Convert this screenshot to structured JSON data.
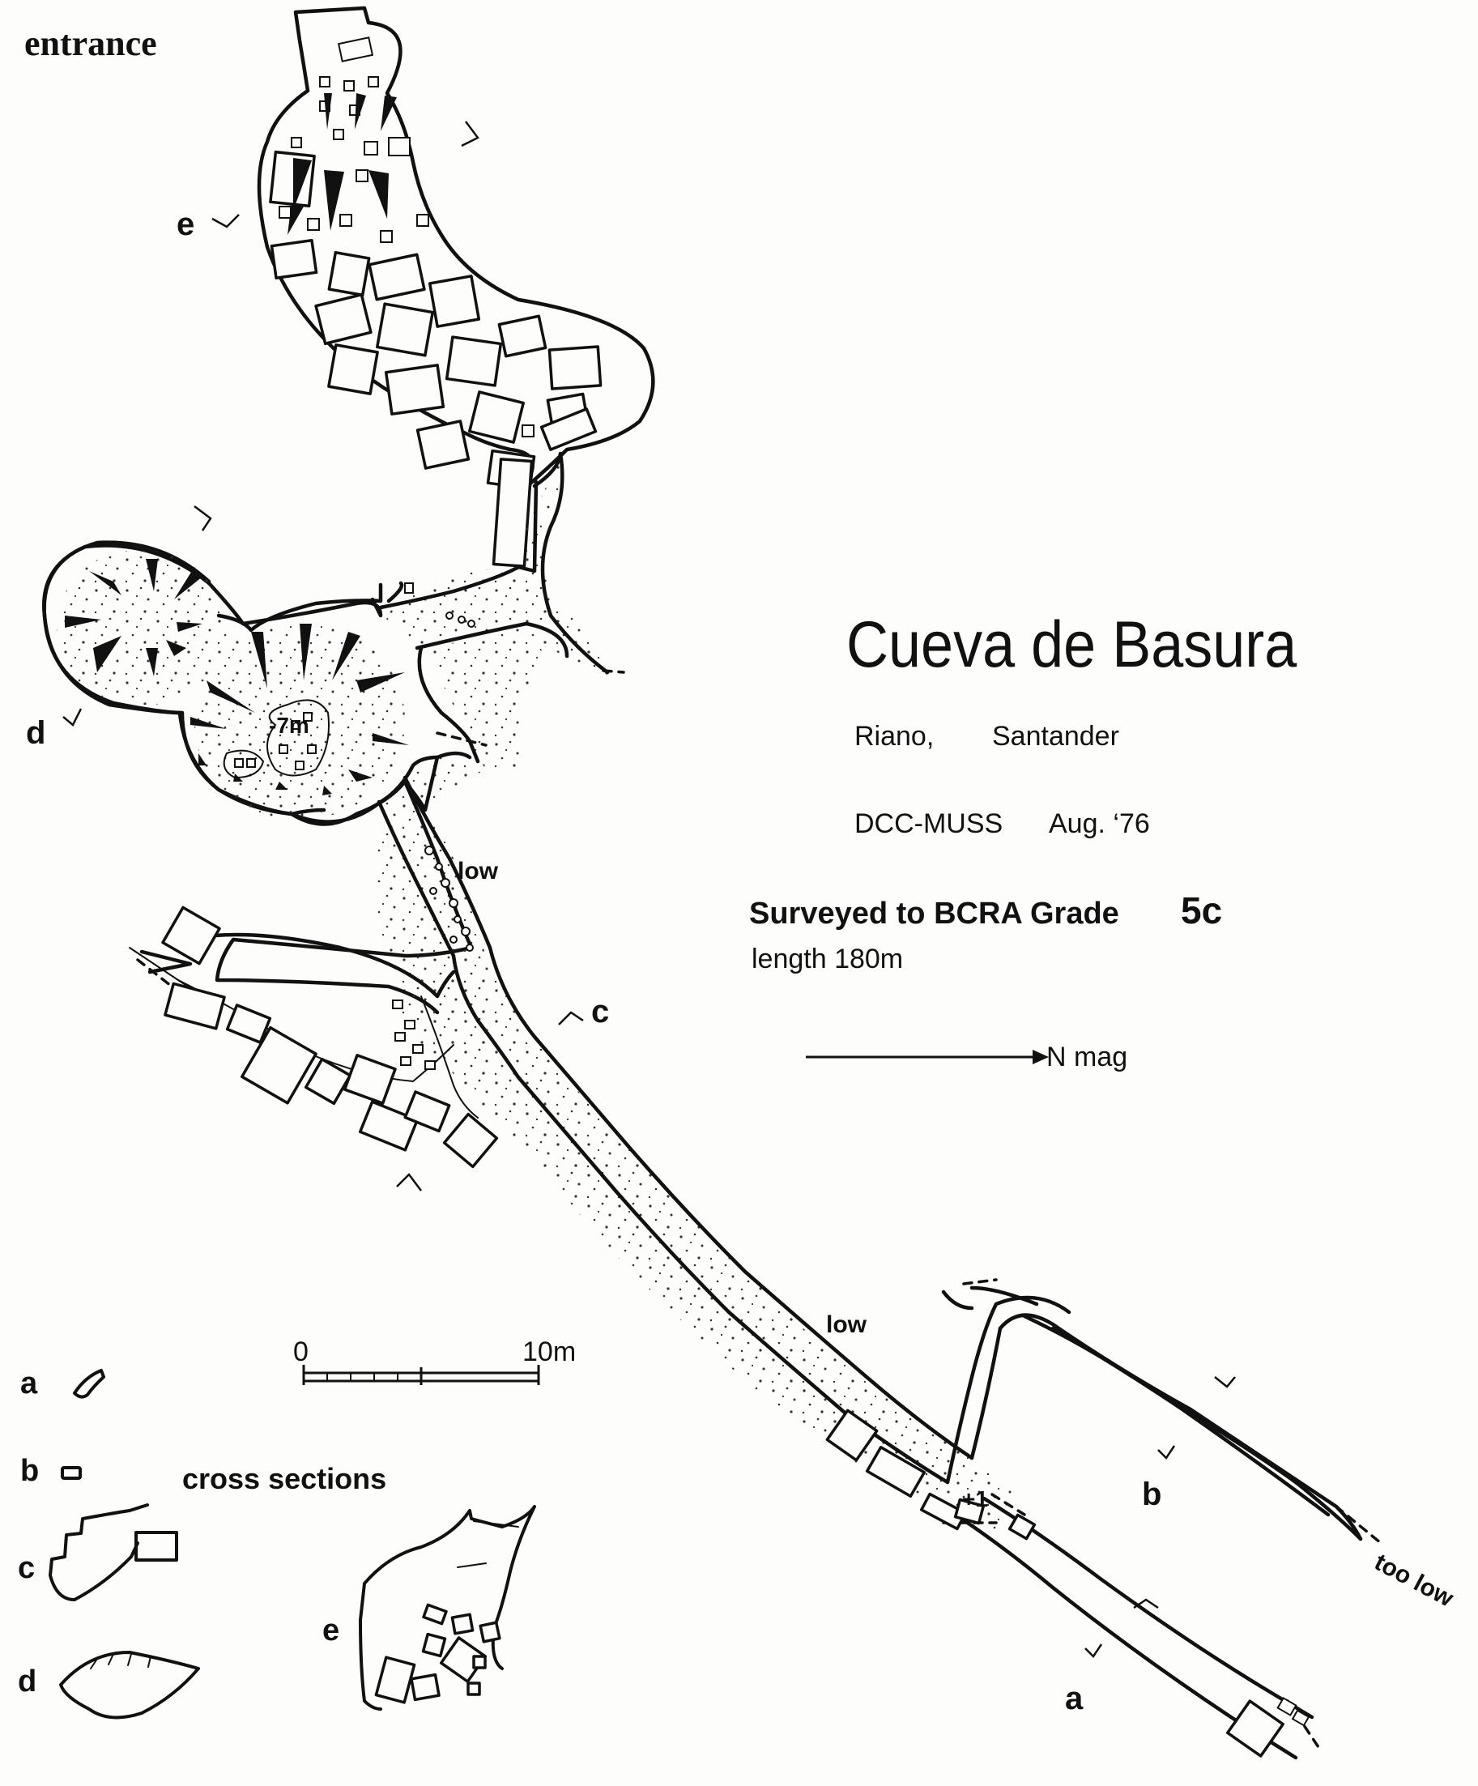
{
  "map": {
    "title": "Cueva de Basura",
    "location_place": "Riano,",
    "location_region": "Santander",
    "survey_credit": "DCC-MUSS",
    "survey_date": "Aug. ‘76",
    "grade_prefix": "Surveyed to BCRA Grade",
    "grade_value": "5c",
    "length_label": "length 180m",
    "north_label": "N mag",
    "entrance_label": "entrance",
    "passage_notes": [
      "low",
      "low",
      "too low"
    ],
    "depth_markers": [
      "-7m",
      "+1"
    ],
    "section_markers": [
      "a",
      "b",
      "c",
      "d",
      "e"
    ],
    "scale": {
      "start_label": "0",
      "end_label": "10m"
    },
    "cross_sections": {
      "heading": "cross sections",
      "labels": [
        "a",
        "b",
        "c",
        "d",
        "e"
      ]
    }
  }
}
